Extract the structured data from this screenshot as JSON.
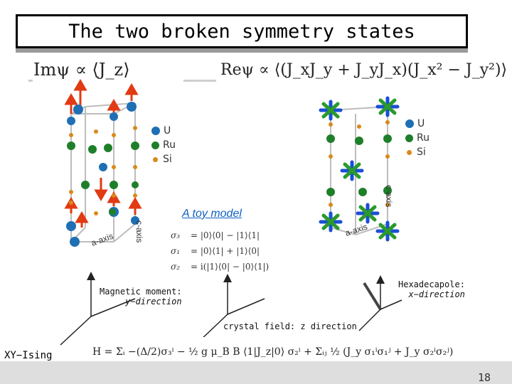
{
  "slide": {
    "title": "The two broken symmetry states",
    "left_eq": "Imψ ∝ ⟨J_z⟩",
    "right_eq": "Reψ ∝ ⟨(J_xJ_y + J_yJ_x)(J_x² − J_y²)⟩",
    "legend": [
      {
        "label": "U",
        "color": "#1f6fb5"
      },
      {
        "label": "Ru",
        "color": "#1e7f2a"
      },
      {
        "label": "Si",
        "color": "#d98a1a"
      }
    ],
    "caxis_label": "c-axis",
    "aaxis_label": "a-axis",
    "toy_model": "A toy model",
    "sigma_rows": [
      {
        "lhs": "σ₃",
        "rhs": "= |0⟩⟨0| − |1⟩⟨1|"
      },
      {
        "lhs": "σ₁",
        "rhs": "= |0⟩⟨1| + |1⟩⟨0|"
      },
      {
        "lhs": "σ₂",
        "rhs": "= i(|1⟩⟨0| − |0⟩⟨1|)"
      }
    ],
    "mag_moment_line1": "Magnetic moment:",
    "mag_moment_line2": "y−direction",
    "hexadecapole_line1": "Hexadecapole:",
    "hexadecapole_line2": "x−direction",
    "crystal_field": "crystal field: z direction",
    "hamiltonian": "H = Σᵢ −(Δ/2)σ₃ⁱ − ½ g μ_B B ⟨1|J_z|0⟩ σ₂ⁱ + Σᵢⱼ ½ (J_y σ₁ⁱσ₁ʲ + J_y σ₂ⁱσ₂ʲ)",
    "xy_ising": "XY−Ising",
    "page_number": "18"
  }
}
